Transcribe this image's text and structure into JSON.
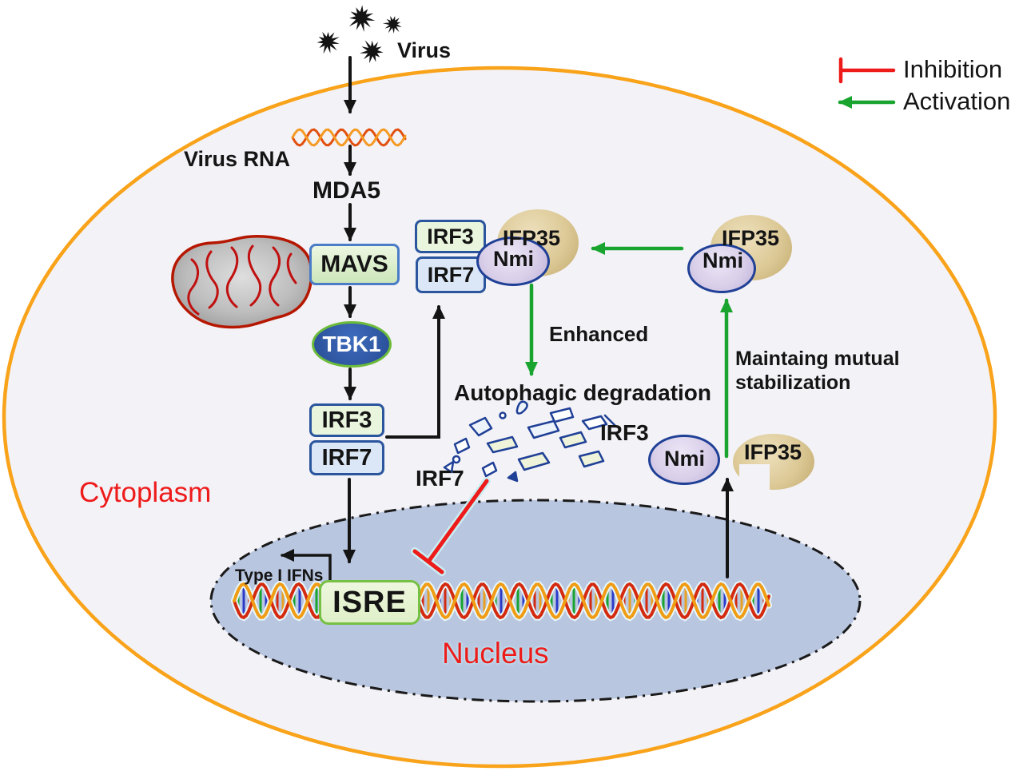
{
  "figure": {
    "type": "virus-innate-immune-signaling-pathway",
    "compartments": [
      "Cytoplasm",
      "Nucleus"
    ]
  },
  "labels": {
    "virus": "Virus",
    "virus_rna": "Virus RNA",
    "mda5": "MDA5",
    "mavs": "MAVS",
    "tbk1": "TBK1",
    "irf3": "IRF3",
    "irf7": "IRF7",
    "nmi": "Nmi",
    "ifp35": "IFP35",
    "enhanced": "Enhanced",
    "autophagic_degradation": "Autophagic degradation",
    "maintaining_mutual_stabilization": "Maintaing mutual stabilization",
    "type_i_ifns": "Type I IFNs",
    "isre": "ISRE",
    "cytoplasm": "Cytoplasm",
    "nucleus": "Nucleus"
  },
  "legend": {
    "inhibition_label": "Inhibition",
    "activation_label": "Activation"
  },
  "colors": {
    "activation_green": "#18a42e",
    "inhibition_red": "#ee1b1b",
    "cell_membrane_orange": "#f9a31b",
    "cytoplasm_fill": "#f3f2f7",
    "nucleus_fill": "#b9c6e0",
    "compartment_label_red": "#ee1b1b",
    "mavs_fill": "#ddefcb",
    "tbk1_fill": "#2e59a8",
    "tbk1_border_green": "#6cbc3a",
    "irf3_fill": "#e9f5dd",
    "irf7_fill": "#dbe7f6",
    "isre_fill": "#e6f3d2",
    "isre_border_green": "#76c043",
    "nmi_fill": "#d9cfe9",
    "nmi_border_blue": "#1f4096",
    "ifp35_fill": "#dcc996",
    "protein_box_border_blue": "#2b569e",
    "dna_strand_red": "#d42a10",
    "dna_strand_orange": "#f09c14"
  }
}
